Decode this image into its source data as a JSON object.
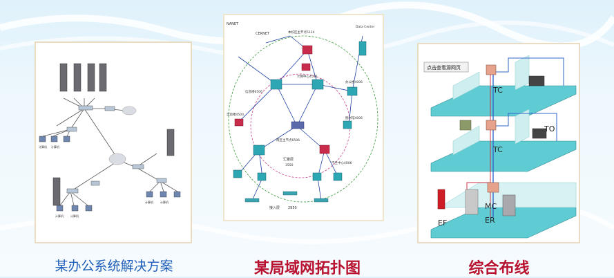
{
  "panels": {
    "office": {
      "caption": "某办公系统解决方案",
      "labels": [
        "计算机",
        "计算机",
        "计算机",
        "计算机",
        "计算机",
        "计算机"
      ]
    },
    "lan": {
      "caption": "某局域网拓扑图",
      "nodes": {
        "nanet": "NANET",
        "cernet": "CERNET",
        "hq_switch": "本校区主节点5124",
        "data_center": "Data Center",
        "core": "计算中心4506",
        "office": "办公楼4006",
        "info": "信息楼6506",
        "south": "南区主节点6506",
        "library": "图书馆4006",
        "teaching": "实验楼4500",
        "dorm": "学生中心4006",
        "access": "接入层",
        "access_model": "2950",
        "agg": "汇聚层",
        "agg_model": "3550"
      }
    },
    "cabling": {
      "caption": "综合布线",
      "tooltip": "点击查看源网页",
      "labels": {
        "tc_top": "TC",
        "tc_mid": "TC",
        "to": "TO",
        "ef": "EF",
        "mc": "MC",
        "er": "ER"
      }
    }
  },
  "colors": {
    "caption_blue": "#1f5fb8",
    "caption_red": "#b7122f",
    "floor_teal": "#5fcbd2"
  }
}
